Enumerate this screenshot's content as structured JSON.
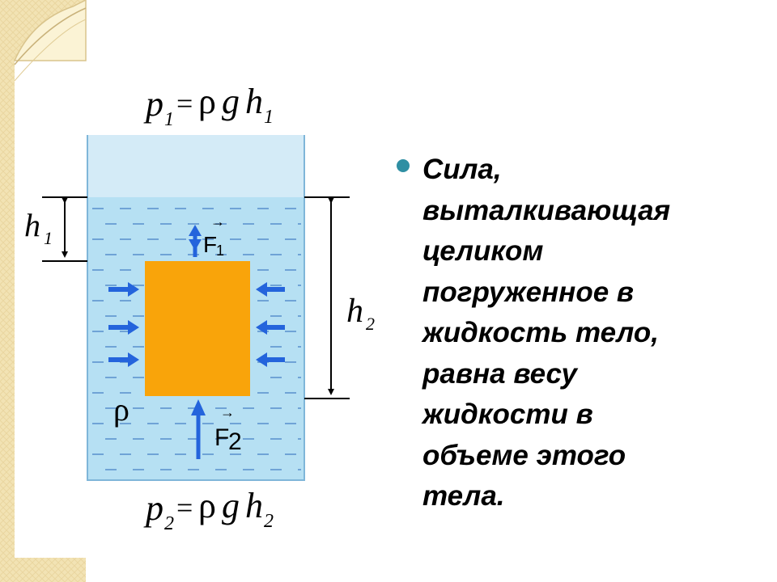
{
  "colors": {
    "paper_edge": "#f2e3b4",
    "paper_weave": "#ead6a0",
    "water_top": "#d4ebf7",
    "water": "#b6e0f3",
    "dash": "#6fa3d6",
    "vessel_outline": "#7fb6d9",
    "body": "#f9a40a",
    "arrow": "#2464dc",
    "bullet": "#2f8fa3",
    "text": "#000000"
  },
  "diagram": {
    "formula_top": {
      "p": "p",
      "p_sub": "1",
      "eq": "=",
      "rho": "ρ",
      "g": "g",
      "h": "h",
      "h_sub": "1"
    },
    "formula_bottom": {
      "p": "p",
      "p_sub": "2",
      "eq": "=",
      "rho": "ρ",
      "g": "g",
      "h": "h",
      "h_sub": "2"
    },
    "label_h1": {
      "base": "h",
      "sub": "1"
    },
    "label_h2": {
      "base": "h",
      "sub": "2"
    },
    "label_F1": {
      "base": "F",
      "sub": "1",
      "vec": "→"
    },
    "label_F2": {
      "base": "F",
      "sub": "2",
      "vec": "→"
    },
    "label_rho": "ρ"
  },
  "bullet": {
    "icon": "bullet-dot",
    "text": "Сила,\nвыталкивающая\nцеликом\nпогруженное в\nжидкость тело,\nравна весу\nжидкости в\nобъеме этого\nтела."
  }
}
